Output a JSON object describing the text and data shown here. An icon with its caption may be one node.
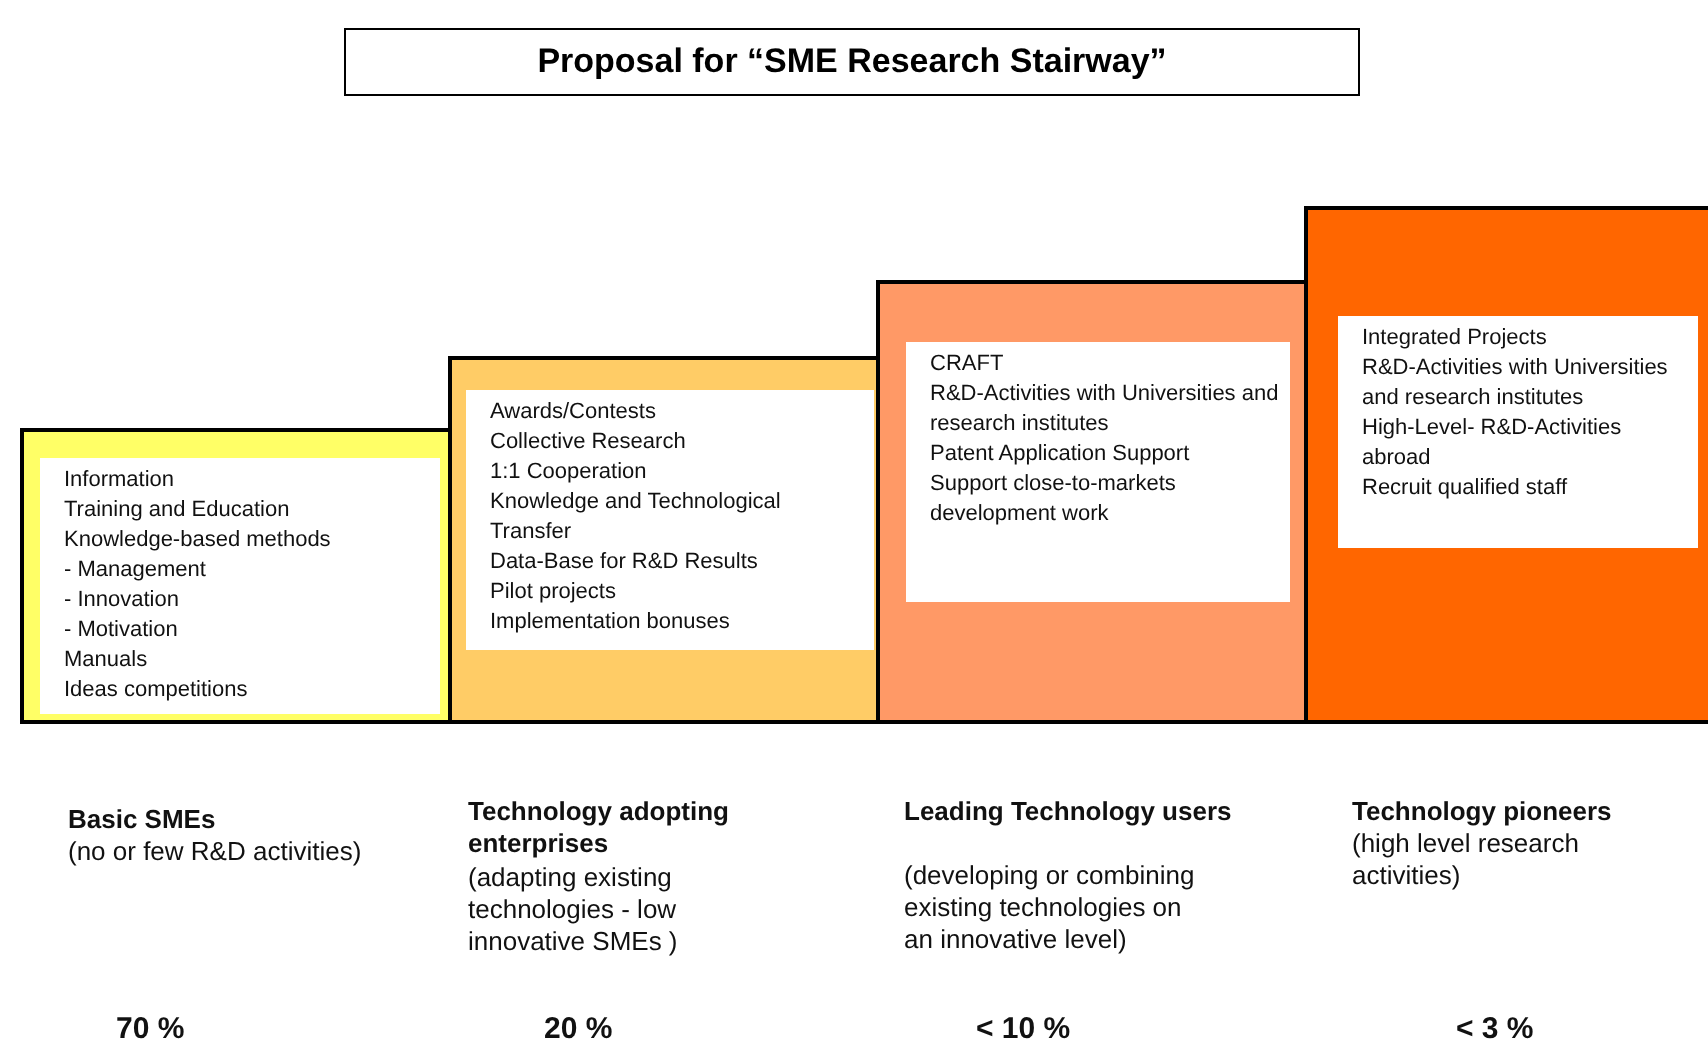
{
  "diagram": {
    "title": "Proposal for “SME Research Stairway”",
    "nodes": [
      {
        "text": [],
        "shape": "box"
      },
      {
        "text": [
          "Information",
          "Training and Education",
          "Knowledge-based methods",
          "- Management",
          "- Innovation",
          "- Motivation",
          "Manuals",
          "Ideas competitions"
        ],
        "in": 0
      },
      {
        "text": [],
        "shape": "box"
      },
      {
        "text": [
          "Awards/Contests",
          "Collective Research",
          "1:1 Cooperation",
          "Knowledge and Technological Transfer",
          "Data-Base for R&D Results",
          "Pilot projects",
          "Implementation bonuses"
        ],
        "in": 2
      },
      {
        "text": [],
        "shape": "box"
      },
      {
        "text": [
          "CRAFT",
          "R&D-Activities with Universities and research institutes",
          "Patent Application Support",
          "Support close-to-markets development work"
        ],
        "in": 4
      },
      {
        "text": [],
        "shape": "box"
      },
      {
        "text": [
          "Integrated Projects",
          "R&D-Activities with Universities and research institutes",
          "High-Level- R&D-Activities abroad",
          "Recruit qualified staff"
        ],
        "in": 6
      }
    ],
    "edges": [],
    "labels": [
      "Basic SMEs",
      "(no or few R&D activities)",
      "Technology adopting enterprises",
      "(adapting existing technologies - low innovative SMEs )",
      "Leading Technology users",
      "(developing or combining existing technologies on an innovative level)",
      "Technology pioneers",
      "(high level research activities)",
      "70 %",
      "20 %",
      "< 10 %",
      "< 3 %"
    ]
  }
}
